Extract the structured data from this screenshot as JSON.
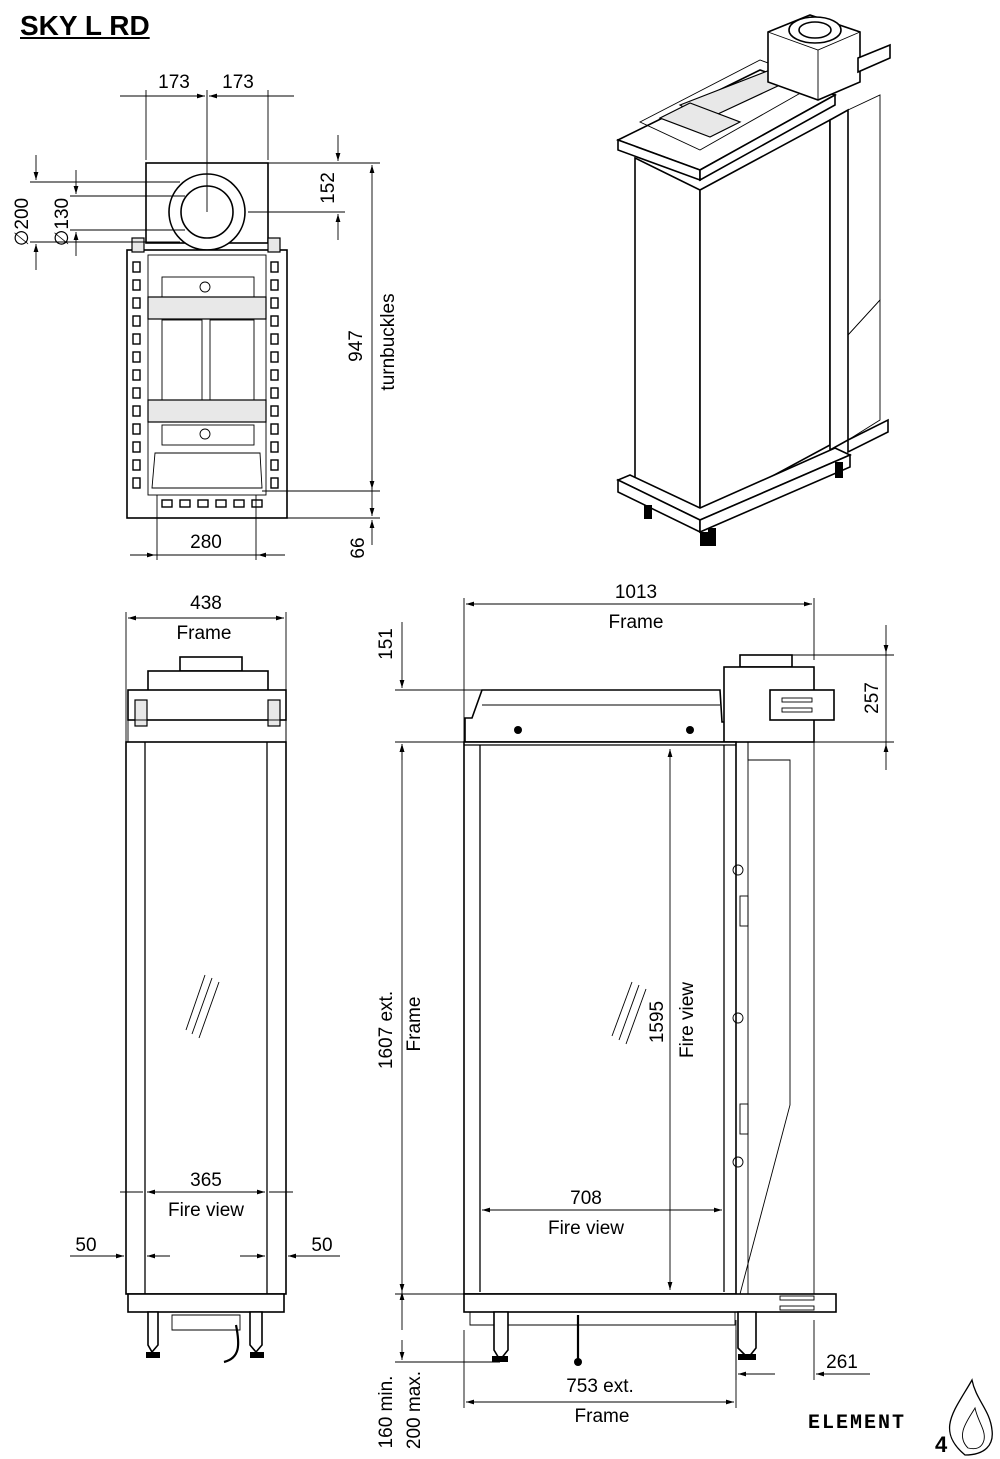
{
  "title": "SKY L RD",
  "top_view": {
    "dim_173_left": "173",
    "dim_173_right": "173",
    "dim_152": "152",
    "dim_dia_200": "∅200",
    "dim_dia_130": "∅130",
    "dim_947": "947",
    "label_turnbuckles": "turnbuckles",
    "dim_280": "280",
    "dim_66": "66"
  },
  "front_view": {
    "dim_438": "438",
    "label_frame": "Frame",
    "dim_365": "365",
    "label_fire_view": "Fire view",
    "dim_50_left": "50",
    "dim_50_right": "50"
  },
  "side_view": {
    "dim_1013": "1013",
    "label_frame_top": "Frame",
    "dim_151": "151",
    "dim_257": "257",
    "dim_1607": "1607 ext.",
    "label_frame_left": "Frame",
    "dim_1595": "1595",
    "label_fire_view_vertical": "Fire view",
    "dim_708": "708",
    "label_fire_view_horizontal": "Fire view",
    "dim_261": "261",
    "dim_160": "160 min.",
    "dim_200": "200 max.",
    "dim_753": "753 ext.",
    "label_frame_bottom": "Frame"
  },
  "logo": {
    "text": "ELEMENT",
    "number": "4"
  }
}
